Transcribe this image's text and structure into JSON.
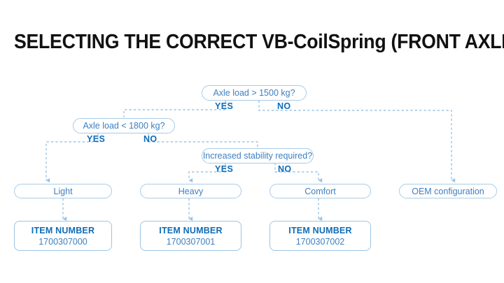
{
  "title": "SELECTING THE CORRECT VB-CoilSpring (FRONT AXLE)",
  "colors": {
    "title_text": "#111111",
    "node_border": "#a8cbe8",
    "node_text": "#3d7fc1",
    "branch_label": "#0d6cb8",
    "connector": "#9cc4e4",
    "background": "#ffffff"
  },
  "flow": {
    "decisions": [
      {
        "id": "axle-load-1500",
        "text": "Axle load > 1500 kg?",
        "yes_label": "YES",
        "no_label": "NO"
      },
      {
        "id": "axle-load-1800",
        "text": "Axle load < 1800 kg?",
        "yes_label": "YES",
        "no_label": "NO"
      },
      {
        "id": "increased-stability",
        "text": "Increased stability required?",
        "yes_label": "YES",
        "no_label": "NO"
      }
    ],
    "outcomes": [
      {
        "id": "light",
        "text": "Light"
      },
      {
        "id": "heavy",
        "text": "Heavy"
      },
      {
        "id": "comfort",
        "text": "Comfort"
      },
      {
        "id": "oem",
        "text": "OEM configuration"
      }
    ],
    "items": [
      {
        "id": "item-light",
        "label": "ITEM NUMBER",
        "value": "1700307000"
      },
      {
        "id": "item-heavy",
        "label": "ITEM NUMBER",
        "value": "1700307001"
      },
      {
        "id": "item-comfort",
        "label": "ITEM NUMBER",
        "value": "1700307002"
      }
    ]
  }
}
